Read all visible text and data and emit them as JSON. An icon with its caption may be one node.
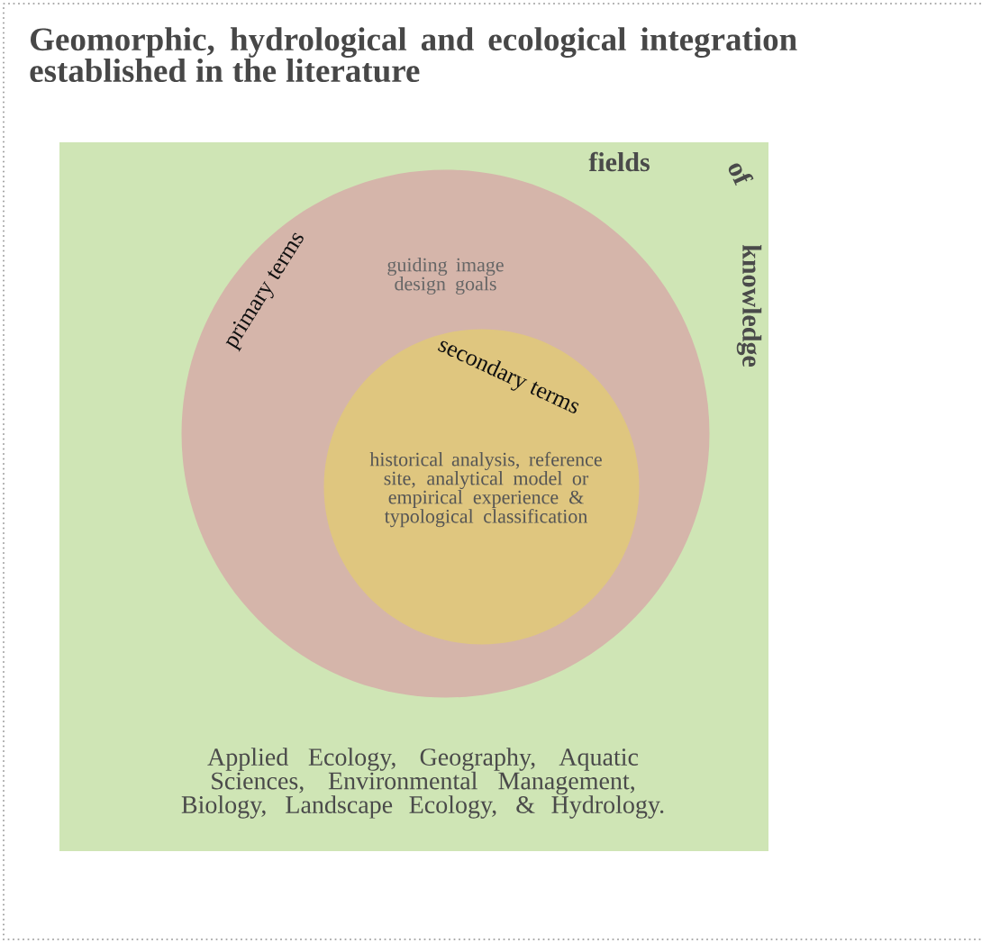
{
  "diagram": {
    "title": "Geomorphic, hydrological and ecological integration established in the literature",
    "nodes": [
      {
        "text": [
          "fields",
          "of",
          "knowledge",
          "Applied Ecology, Geography, Aquatic Sciences, Environmental Management, Biology, Landscape Ecology, & Hydrology."
        ]
      },
      {
        "text": [
          "primary terms",
          "guiding image design goals"
        ],
        "in": 0
      },
      {
        "text": [
          "secondary terms",
          "historical analysis, reference site, analytical model or empirical experience & typological classification"
        ],
        "in": 1
      }
    ]
  }
}
